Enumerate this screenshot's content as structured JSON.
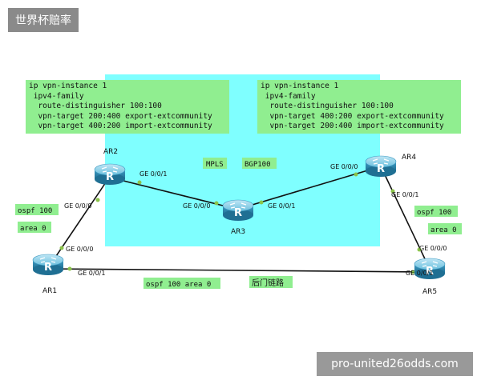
{
  "header": {
    "badge": "世界杯赔率"
  },
  "footer": {
    "site": "pro-united26odds.com"
  },
  "config_left": {
    "lines": [
      "ip vpn-instance 1",
      " ipv4-family",
      "  route-distinguisher 100:100",
      "  vpn-target 200:400 export-extcommunity",
      "  vpn-target 400:200 import-extcommunity"
    ]
  },
  "config_right": {
    "lines": [
      "ip vpn-instance 1",
      " ipv4-family",
      "  route-distinguisher 100:100",
      "  vpn-target 400:200 export-extcommunity",
      "  vpn-target 200:400 import-extcommunity"
    ]
  },
  "routers": {
    "ar1": "AR1",
    "ar2": "AR2",
    "ar3": "AR3",
    "ar4": "AR4",
    "ar5": "AR5"
  },
  "interfaces": {
    "ar2_ar3": "GE 0/0/1",
    "ar3_ar2": "GE 0/0/0",
    "ar3_ar4": "GE 0/0/1",
    "ar4_ar3": "GE 0/0/0",
    "ar2_ar1": "GE 0/0/0",
    "ar1_ar2": "GE 0/0/0",
    "ar1_ar5": "GE 0/0/1",
    "ar4_ar5": "GE 0/0/1",
    "ar5_ar4": "GE 0/0/0",
    "ar5_ar1": "GE 0/0/1"
  },
  "labels": {
    "mpls": "MPLS",
    "bgp": "BGP100",
    "ospf_left": "ospf 100",
    "area_left": "area 0",
    "ospf_right": "ospf 100",
    "area_right": "area 0",
    "ospf_bottom": "ospf 100 area 0",
    "backdoor": "后门链路"
  },
  "colors": {
    "mpls_region": "#7fffff",
    "label_bg": "#90ee90",
    "router_body": "#4aa3c8",
    "link": "#111111",
    "port_dot": "#8bc34a"
  }
}
